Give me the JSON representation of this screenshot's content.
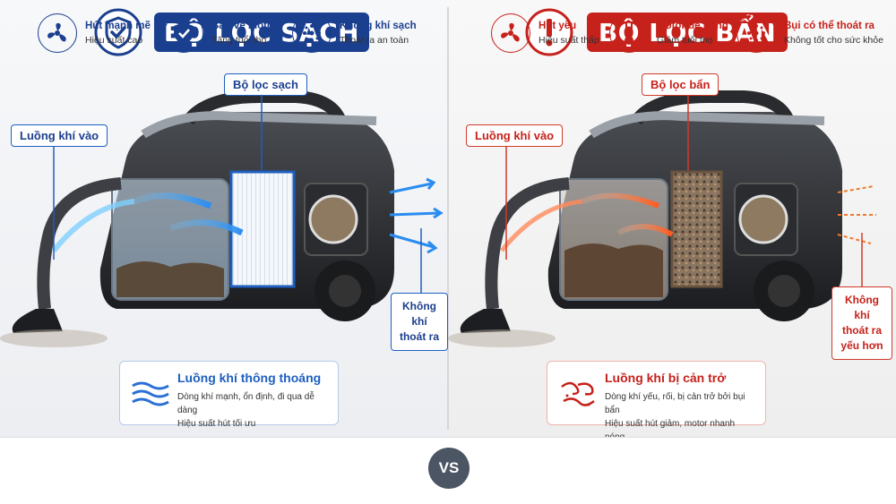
{
  "left": {
    "title": "BỘ LỌC SẠCH",
    "filter_label": "Bộ lọc sạch",
    "airflow_in": "Luồng khí vào",
    "airflow_out_line1": "Không khí",
    "airflow_out_line2": "thoát ra",
    "info_title": "Luồng khí thông thoáng",
    "info_line1": "Dòng khí mạnh, ổn định, đi qua dễ dàng",
    "info_line2": "Hiệu suất hút tối ưu",
    "icon": "shield-check-icon",
    "accent": "#1b3f8f"
  },
  "right": {
    "title": "BỘ LỌC BẨN",
    "filter_label": "Bộ lọc bẩn",
    "airflow_in": "Luồng khí vào",
    "airflow_out_line1": "Không khí",
    "airflow_out_line2": "thoát ra",
    "airflow_out_line3": "yếu hơn",
    "info_title": "Luồng khí bị cản trở",
    "info_line1": "Dòng khí yếu, rối, bị cản trở bởi bụi bẩn",
    "info_line2": "Hiệu suất hút giảm, motor nhanh nóng",
    "icon": "warning-exclamation-icon",
    "accent": "#c6211b"
  },
  "footer": {
    "vs": "VS",
    "good": [
      {
        "title": "Hút mạnh mẽ",
        "sub": "Hiệu suất cao",
        "icon": "fan-icon"
      },
      {
        "title": "Bảo vệ motor",
        "sub": "Tăng tuổi thọ",
        "icon": "shield-check-icon"
      },
      {
        "title": "Không khí sạch",
        "sub": "Thoát ra an toàn",
        "icon": "clean-air-dots-icon"
      }
    ],
    "bad": [
      {
        "title": "Hút yếu",
        "sub": "Hiệu suất thấp",
        "icon": "fan-icon"
      },
      {
        "title": "Motor dễ nóng",
        "sub": "Giảm tuổi thọ",
        "icon": "thermometer-icon"
      },
      {
        "title": "Bụi có thể thoát ra",
        "sub": "Không tốt cho sức khỏe",
        "icon": "dust-particles-icon"
      }
    ]
  }
}
